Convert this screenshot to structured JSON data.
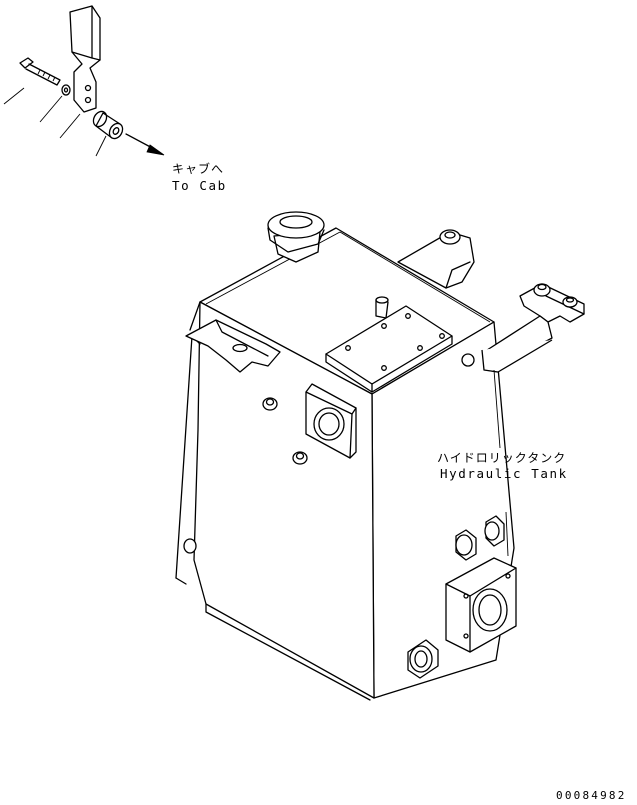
{
  "labels": {
    "cab_jp": "キャブへ",
    "cab_en": "To Cab",
    "tank_jp": "ハイドロリックタンク",
    "tank_en": "Hydraulic Tank"
  },
  "drawing_code": "00084982"
}
